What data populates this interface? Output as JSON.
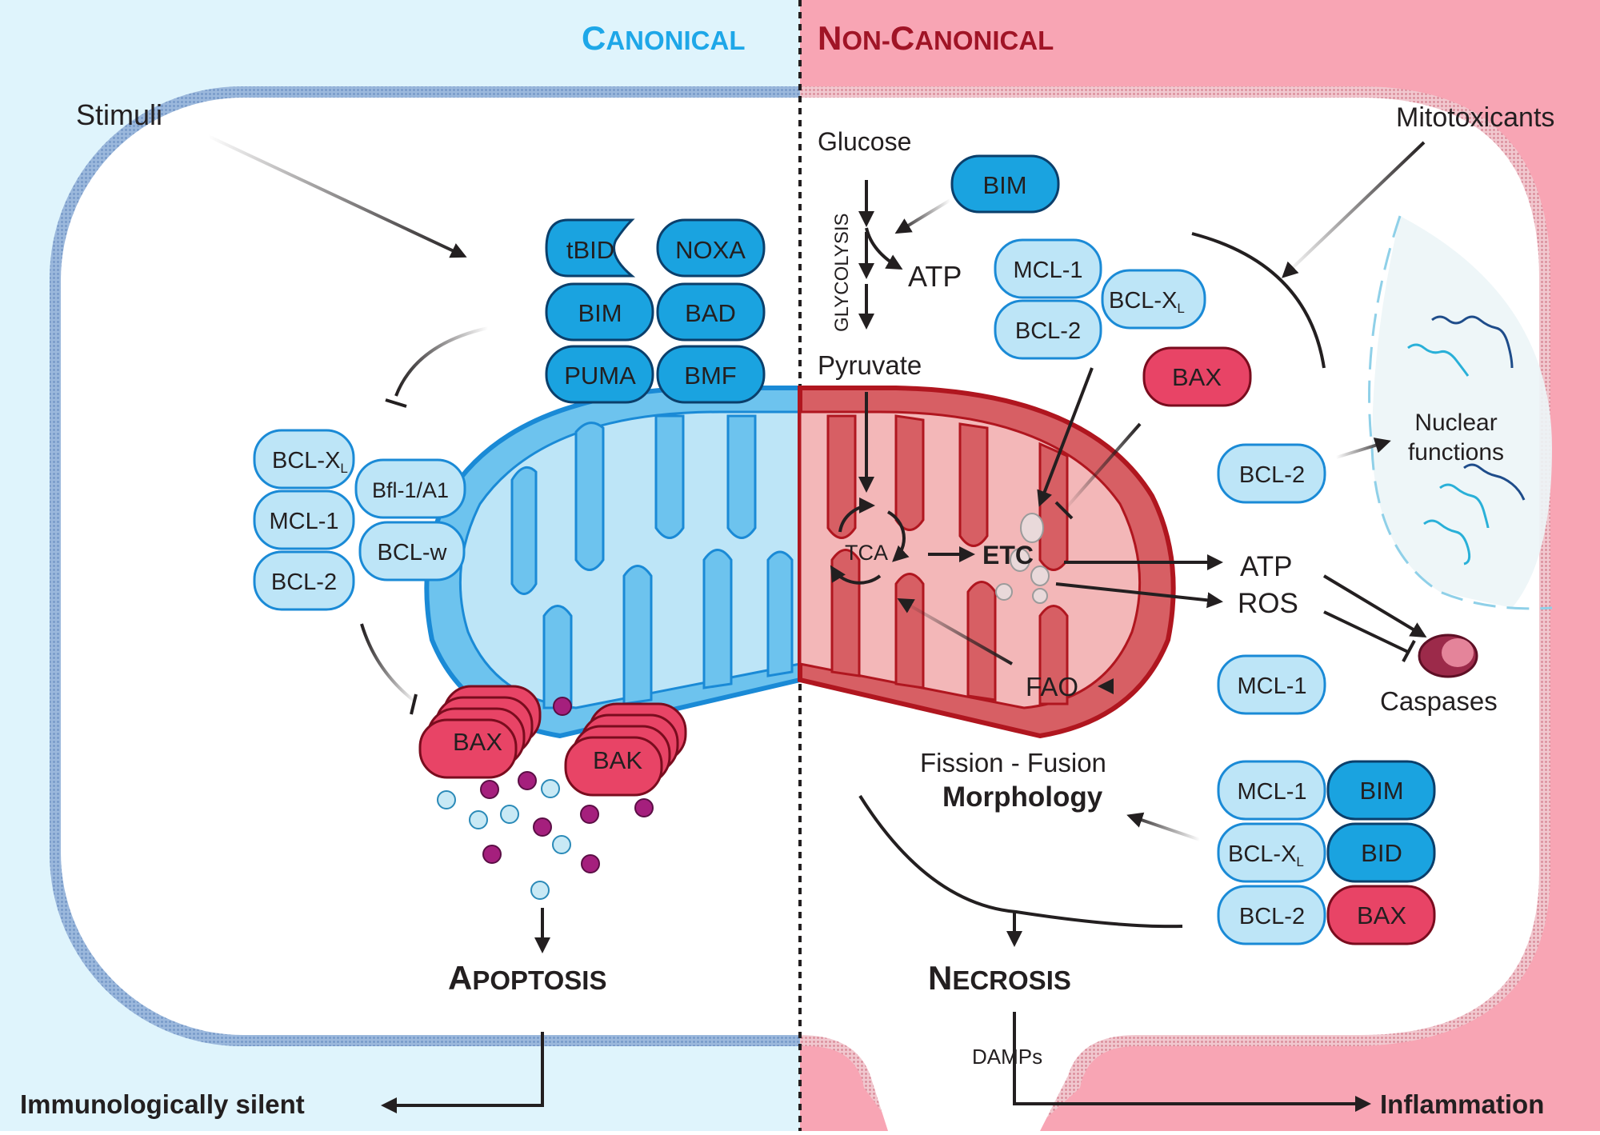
{
  "headers": {
    "canonical_first": "C",
    "canonical_rest": "ANONICAL",
    "noncanonical_first1": "N",
    "noncanonical_rest1": "ON-",
    "noncanonical_first2": "C",
    "noncanonical_rest2": "ANONICAL"
  },
  "left": {
    "stimuli": "Stimuli",
    "activators": [
      "tBID",
      "NOXA",
      "BIM",
      "BAD",
      "PUMA",
      "BMF"
    ],
    "anti_apoptotic": {
      "bclxl_main": "BCL-X",
      "bclxl_sub": "L",
      "bfl1": "Bfl-1/A1",
      "mcl1": "MCL-1",
      "bclw": "BCL-w",
      "bcl2": "BCL-2"
    },
    "effectors": [
      "BAX",
      "BAK"
    ],
    "outcome_first": "A",
    "outcome_rest": "POPTOSIS",
    "immune": "Immunologically silent"
  },
  "right": {
    "mitotoxicants": "Mitotoxicants",
    "glucose": "Glucose",
    "glycolysis": "GLYCOLYSIS",
    "atp_glyco": "ATP",
    "pyruvate": "Pyruvate",
    "bim": "BIM",
    "mcl1": "MCL-1",
    "bclxl_main": "BCL-X",
    "bclxl_sub": "L",
    "bcl2": "BCL-2",
    "bax": "BAX",
    "tca": "TCA",
    "etc": "ETC",
    "atp": "ATP",
    "ros": "ROS",
    "caspases": "Caspases",
    "fao": "FAO",
    "mcl1_fao": "MCL-1",
    "bcl2_nuc": "BCL-2",
    "nuclear1": "Nuclear",
    "nuclear2": "functions",
    "fission": "Fission - Fusion",
    "morphology": "Morphology",
    "pairs_left": [
      "MCL-1",
      "BCL-X",
      "BCL-2"
    ],
    "pairs_left_sub": "L",
    "pairs_right": [
      "BIM",
      "BID",
      "BAX"
    ],
    "outcome_first": "N",
    "outcome_rest": "ECROSIS",
    "damps": "DAMPs",
    "inflammation": "Inflammation"
  },
  "colors": {
    "left_bg": "#dff4fc",
    "right_bg": "#f8a5b4",
    "canonical": "#1ea7e8",
    "noncanonical": "#a01426",
    "dark_blue": "#1aa3e0",
    "light_blue": "#bde5f7",
    "red": "#e84466",
    "mito_blue": "#6dc3ee",
    "mito_red": "#d75f64"
  }
}
